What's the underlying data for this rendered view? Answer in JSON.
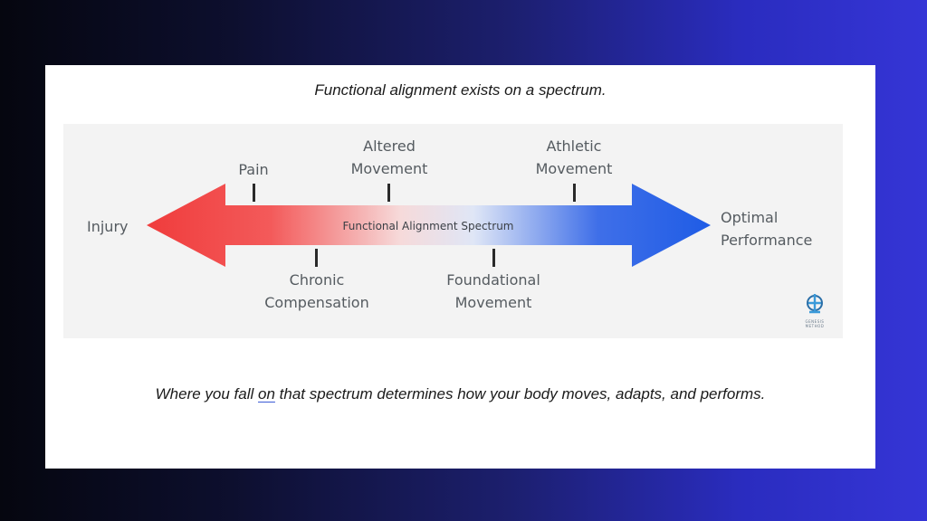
{
  "title": "Functional alignment exists on a spectrum.",
  "diagram": {
    "arrow_label": "Functional Alignment Spectrum",
    "left_end": "Injury",
    "right_end_line1": "Optimal",
    "right_end_line2": "Performance",
    "above": [
      {
        "line1": "Pain",
        "line2": ""
      },
      {
        "line1": "Altered",
        "line2": "Movement"
      },
      {
        "line1": "Athletic",
        "line2": "Movement"
      }
    ],
    "below": [
      {
        "line1": "Chronic",
        "line2": "Compensation"
      },
      {
        "line1": "Foundational",
        "line2": "Movement"
      }
    ],
    "colors": {
      "left": "#f03c3c",
      "middle": "#ffffff",
      "right": "#1f5ce6"
    },
    "logo_text": "GENESIS METHOD"
  },
  "footer": {
    "before": "Where you fall ",
    "underlined": "on",
    "after": " that spectrum determines how your body moves, adapts, and performs."
  }
}
